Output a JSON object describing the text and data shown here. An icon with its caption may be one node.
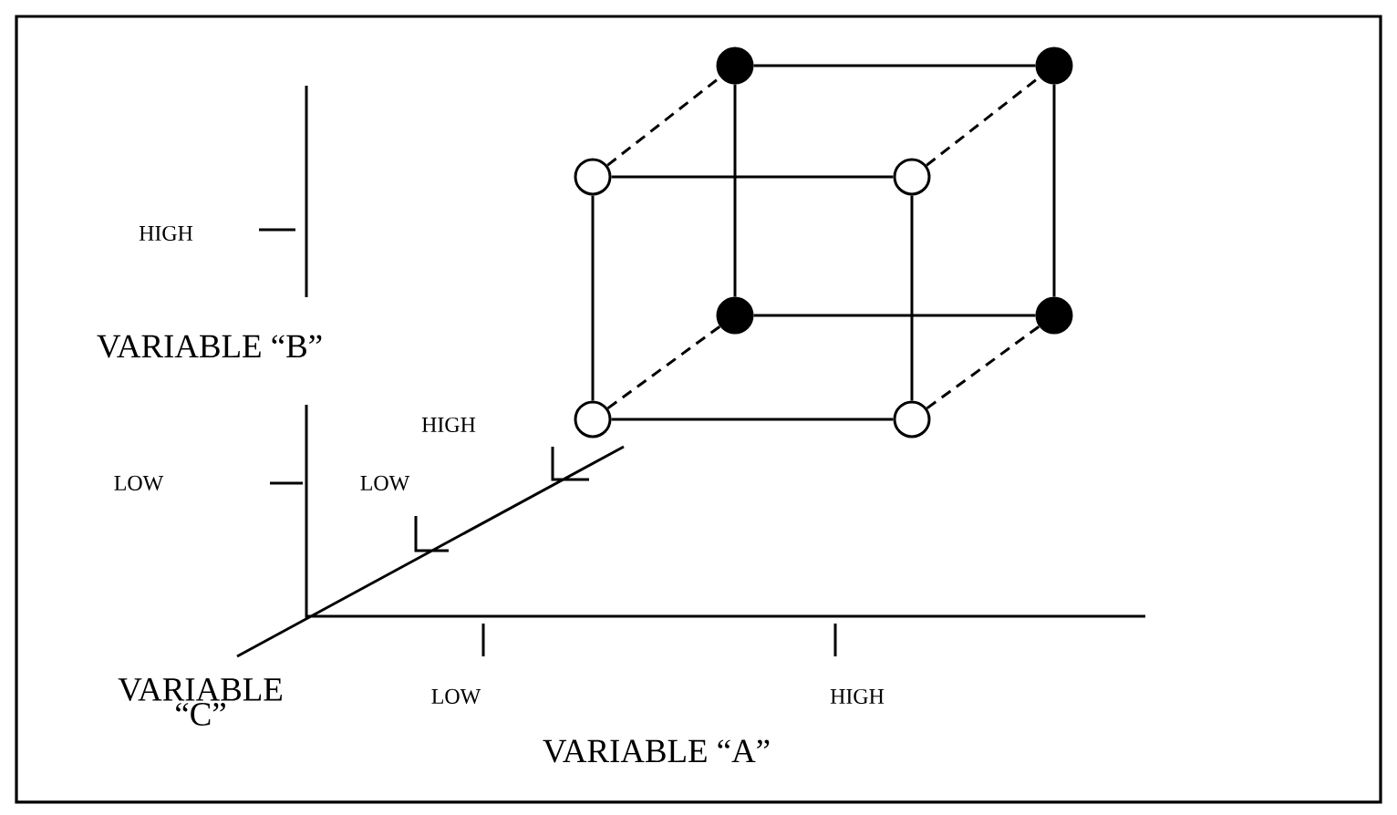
{
  "diagram": {
    "nodes": [
      {
        "text": [],
        "shape": "circle"
      },
      {
        "text": [],
        "shape": "circle"
      },
      {
        "text": [],
        "shape": "circle"
      },
      {
        "text": [],
        "shape": "circle"
      },
      {
        "text": [],
        "shape": "circle"
      },
      {
        "text": [],
        "shape": "circle"
      },
      {
        "text": [],
        "shape": "circle"
      },
      {
        "text": [],
        "shape": "circle"
      }
    ],
    "edges": [
      {
        "from": 0,
        "to": 1,
        "arrow": "none"
      },
      {
        "from": 0,
        "to": 4,
        "arrow": "none"
      },
      {
        "from": 1,
        "to": 5,
        "arrow": "none"
      },
      {
        "from": 4,
        "to": 5,
        "arrow": "none"
      },
      {
        "from": 2,
        "to": 3,
        "arrow": "none"
      },
      {
        "from": 2,
        "to": 6,
        "arrow": "none"
      },
      {
        "from": 3,
        "to": 7,
        "arrow": "none"
      },
      {
        "from": 6,
        "to": 7,
        "arrow": "none"
      },
      {
        "from": 2,
        "to": 0,
        "arrow": "none",
        "style": "dashed"
      },
      {
        "from": 3,
        "to": 1,
        "arrow": "none",
        "style": "dashed"
      },
      {
        "from": 6,
        "to": 4,
        "arrow": "none",
        "style": "dashed"
      },
      {
        "from": 7,
        "to": 5,
        "arrow": "none",
        "style": "dashed"
      }
    ],
    "labels": [
      "HIGH",
      "VARIABLE “B”",
      "HIGH",
      "LOW",
      "LOW",
      "VARIABLE “C”",
      "LOW",
      "HIGH",
      "VARIABLE “A”"
    ]
  }
}
